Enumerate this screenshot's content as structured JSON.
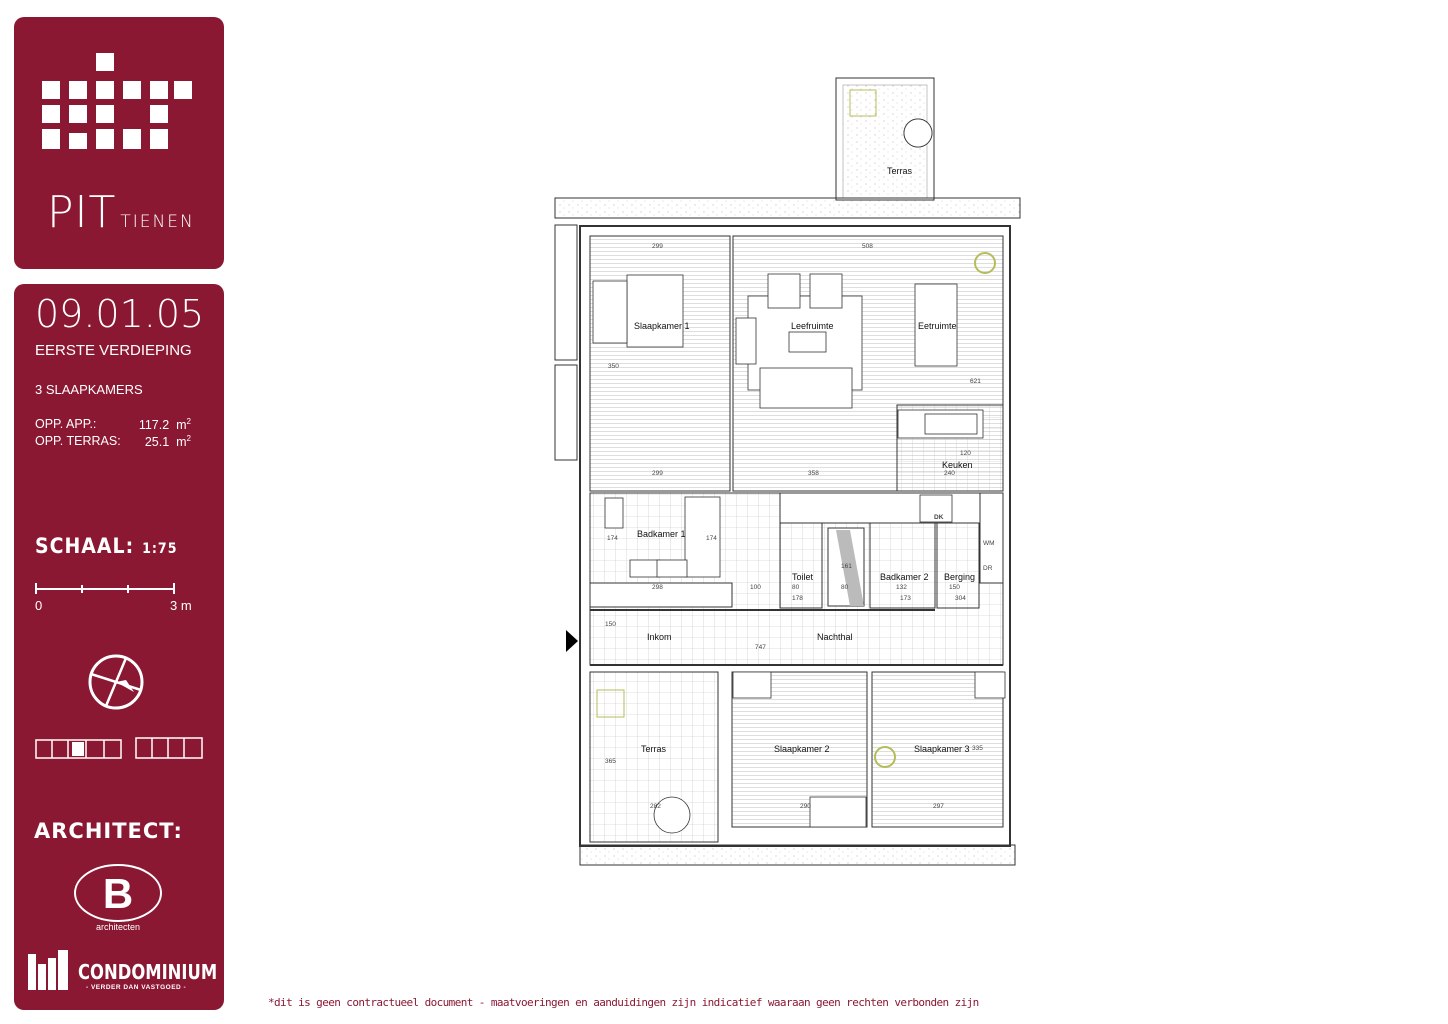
{
  "brand": {
    "name": "PIT",
    "city": "TIENEN"
  },
  "unit": {
    "number": "09.01.05",
    "floor": "EERSTE VERDIEPING",
    "bedrooms": "3 SLAAPKAMERS",
    "area_app_label": "OPP. APP.:",
    "area_app_value": "117.2",
    "area_terras_label": "OPP. TERRAS:",
    "area_terras_value": "25.1",
    "area_unit": "m",
    "area_unit_exp": "2"
  },
  "scale": {
    "label": "SCHAAL:",
    "value": "1:75",
    "bar_start": "0",
    "bar_end": "3 m"
  },
  "architect": {
    "label": "ARCHITECT:",
    "logo_letter": "B",
    "logo_caption": "architecten"
  },
  "developer": {
    "name": "CONDOMINIUM",
    "tagline": "- VERDER DAN VASTGOED -"
  },
  "icons": [
    "compass-icon",
    "building-elevation-icon",
    "entrance-arrow-icon"
  ],
  "colors": {
    "brand": "#8a1833",
    "plan_lines": "#333333",
    "plants": "#b5bd5a"
  },
  "plan": {
    "rooms": {
      "terras_top": "Terras",
      "slaapkamer1": "Slaapkamer 1",
      "leefruimte": "Leefruimte",
      "eetruimte": "Eetruimte",
      "keuken": "Keuken",
      "badkamer1": "Badkamer 1",
      "toilet": "Toilet",
      "badkamer2": "Badkamer 2",
      "berging": "Berging",
      "inkom": "Inkom",
      "nachthal": "Nachthal",
      "terras_bottom": "Terras",
      "slaapkamer2": "Slaapkamer 2",
      "slaapkamer3": "Slaapkamer 3"
    },
    "dimensions": {
      "d1": "299",
      "d2": "508",
      "d3": "350",
      "d4": "299",
      "d5": "358",
      "d6": "621",
      "d7": "120",
      "d8": "240",
      "d9": "174",
      "d10": "174",
      "d11": "298",
      "d12": "100",
      "d13": "80",
      "d14": "178",
      "d15": "161",
      "d16": "80",
      "d17": "132",
      "d18": "173",
      "d19": "150",
      "d20": "304",
      "d21": "150",
      "d22": "747",
      "d23": "365",
      "d24": "282",
      "d25": "290",
      "d26": "297",
      "d27": "335"
    },
    "appliances": {
      "cooktop": "DK",
      "washer": "WM",
      "dryer": "DR"
    }
  },
  "disclaimer": "*dit is geen contractueel document - maatvoeringen en aanduidingen zijn indicatief waaraan geen rechten verbonden zijn"
}
